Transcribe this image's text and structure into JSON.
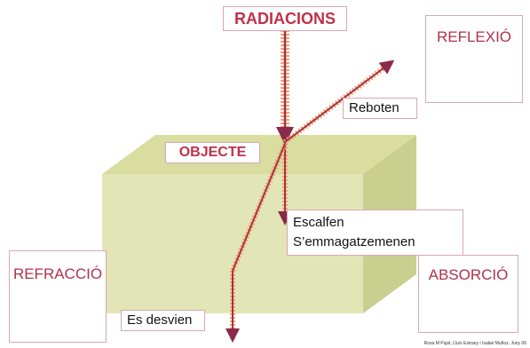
{
  "title": "RADIACIONS",
  "object_label": "OBJECTE",
  "panels": {
    "reflexio": {
      "title": "REFLEXIÓ"
    },
    "refraccio": {
      "title": "REFRACCIÓ"
    },
    "absorcio": {
      "title": "ABSORCIÓ"
    }
  },
  "annotations": {
    "reboten": "Reboten",
    "escalfen": "Escalfen",
    "emmagatzemen": "S’emmagatzemenen",
    "desvien": "Es desvien"
  },
  "credit": "Rosa M Pujol, Lluís Estrany i Isabel Muñoz. Juny 06",
  "colors": {
    "box_face": "#e2e6b6",
    "box_top": "#d9dd9f",
    "box_side": "#c9cf8f",
    "ray": "#a8304a",
    "ray_glow": "#f4a46a",
    "label_red": "#c0304a"
  }
}
